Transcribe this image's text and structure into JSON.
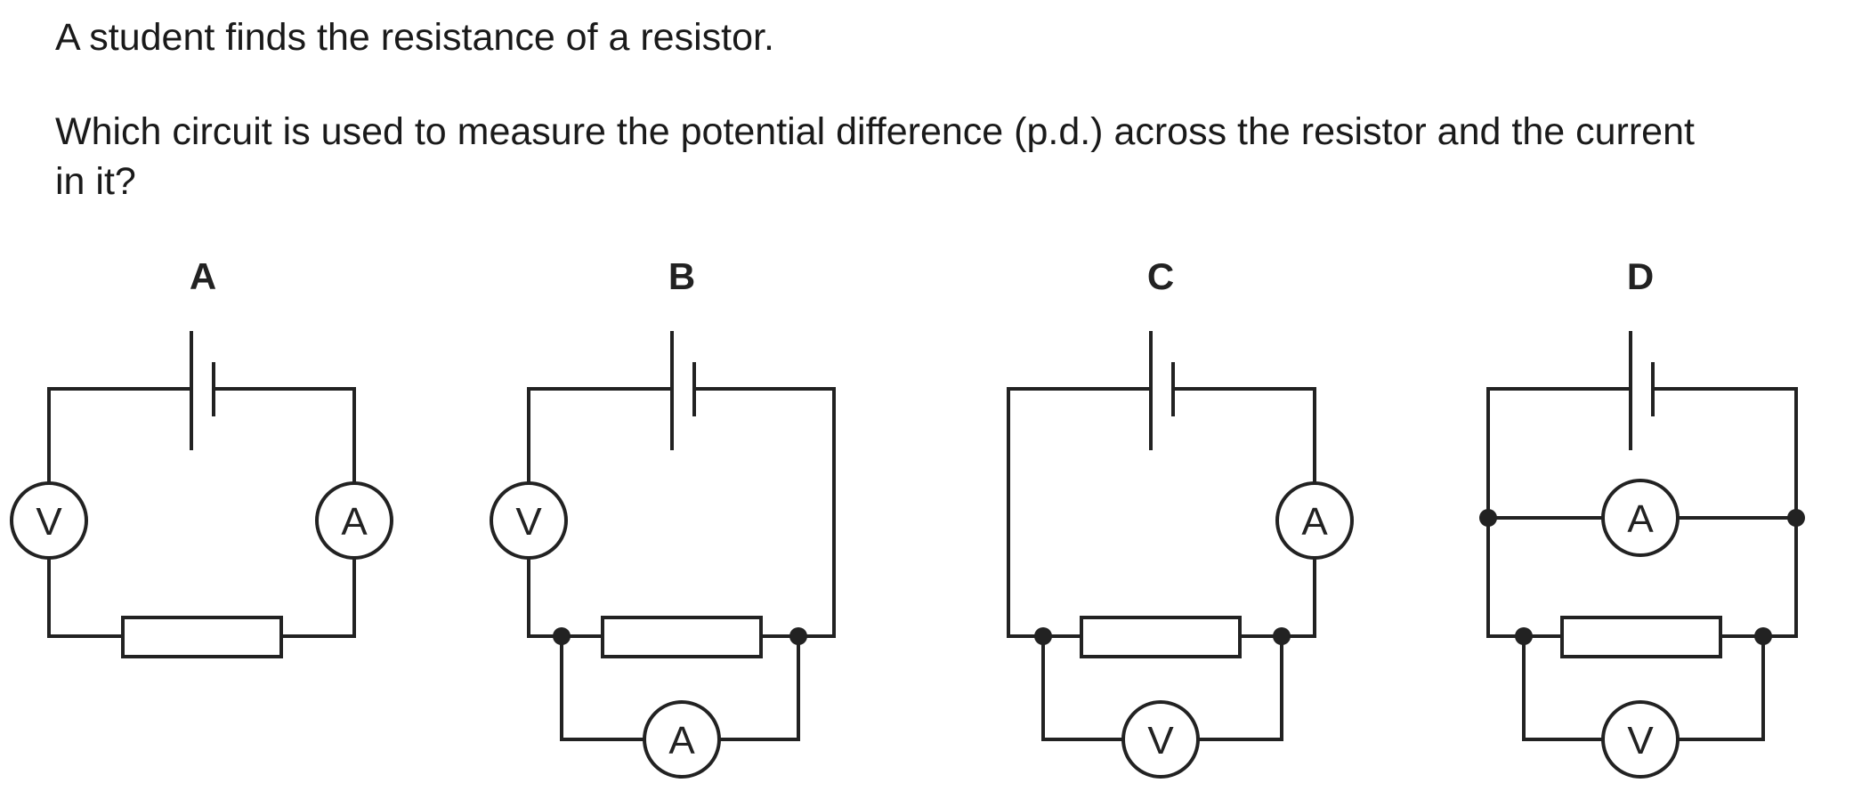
{
  "question": {
    "line1": "A student finds the resistance of a resistor.",
    "line2": "Which circuit is used to measure the potential difference (p.d.) across the resistor and the current",
    "line3": "in it?"
  },
  "options": [
    {
      "label": "A",
      "voltmeter_symbol": "V",
      "ammeter_symbol": "A"
    },
    {
      "label": "B",
      "voltmeter_symbol": "V",
      "ammeter_symbol": "A"
    },
    {
      "label": "C",
      "voltmeter_symbol": "V",
      "ammeter_symbol": "A"
    },
    {
      "label": "D",
      "voltmeter_symbol": "V",
      "ammeter_symbol": "A"
    }
  ],
  "colors": {
    "ink": "#222222",
    "background": "#ffffff"
  }
}
